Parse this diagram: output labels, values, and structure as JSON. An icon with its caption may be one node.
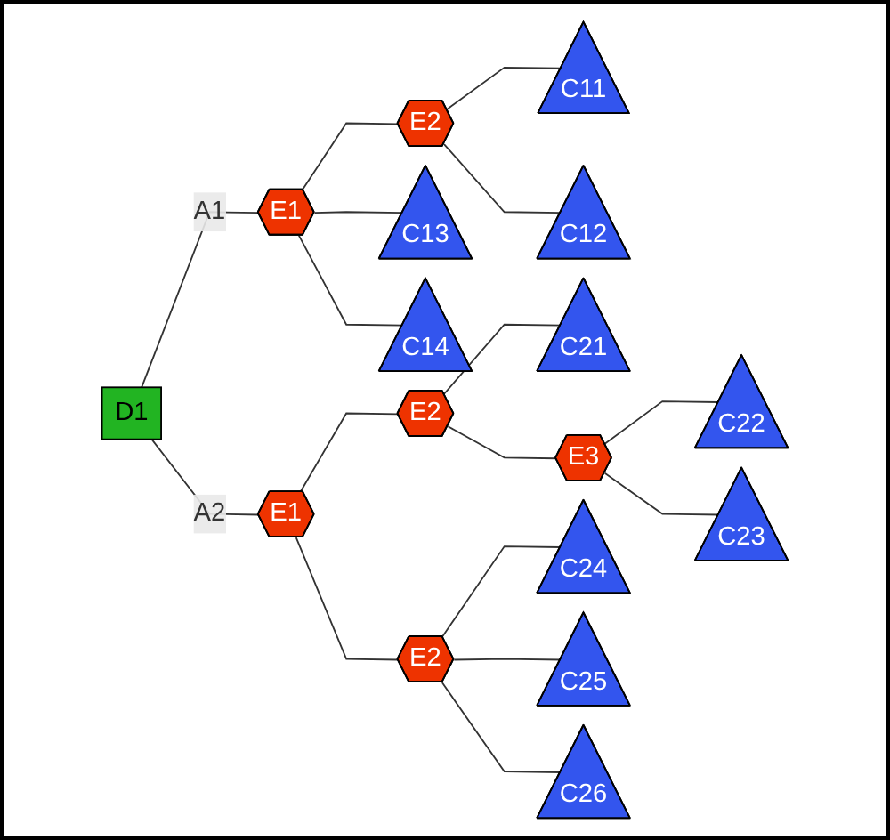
{
  "diagram": {
    "nodes": [
      {
        "text": [
          "D1"
        ]
      },
      {
        "text": [
          "E1"
        ]
      },
      {
        "text": [
          "E2"
        ]
      },
      {
        "text": [
          "C11"
        ]
      },
      {
        "text": [
          "C12"
        ]
      },
      {
        "text": [
          "C13"
        ]
      },
      {
        "text": [
          "C14"
        ]
      },
      {
        "text": [
          "E1"
        ]
      },
      {
        "text": [
          "E2"
        ]
      },
      {
        "text": [
          "C21"
        ]
      },
      {
        "text": [
          "E3"
        ]
      },
      {
        "text": [
          "C22"
        ]
      },
      {
        "text": [
          "C23"
        ]
      },
      {
        "text": [
          "E2"
        ]
      },
      {
        "text": [
          "C24"
        ]
      },
      {
        "text": [
          "C25"
        ]
      },
      {
        "text": [
          "C26"
        ]
      }
    ],
    "edges": [
      {
        "from": 0,
        "to": 1,
        "arrow": "none",
        "label": "A1"
      },
      {
        "from": 0,
        "to": 7,
        "arrow": "none",
        "label": "A2"
      },
      {
        "from": 1,
        "to": 2,
        "arrow": "none"
      },
      {
        "from": 2,
        "to": 3,
        "arrow": "none"
      },
      {
        "from": 2,
        "to": 4,
        "arrow": "none"
      },
      {
        "from": 1,
        "to": 5,
        "arrow": "none"
      },
      {
        "from": 1,
        "to": 6,
        "arrow": "none"
      },
      {
        "from": 7,
        "to": 8,
        "arrow": "none"
      },
      {
        "from": 8,
        "to": 9,
        "arrow": "none"
      },
      {
        "from": 8,
        "to": 10,
        "arrow": "none"
      },
      {
        "from": 10,
        "to": 11,
        "arrow": "none"
      },
      {
        "from": 10,
        "to": 12,
        "arrow": "none"
      },
      {
        "from": 7,
        "to": 13,
        "arrow": "none"
      },
      {
        "from": 13,
        "to": 14,
        "arrow": "none"
      },
      {
        "from": 13,
        "to": 15,
        "arrow": "none"
      },
      {
        "from": 13,
        "to": 16,
        "arrow": "none"
      }
    ]
  }
}
